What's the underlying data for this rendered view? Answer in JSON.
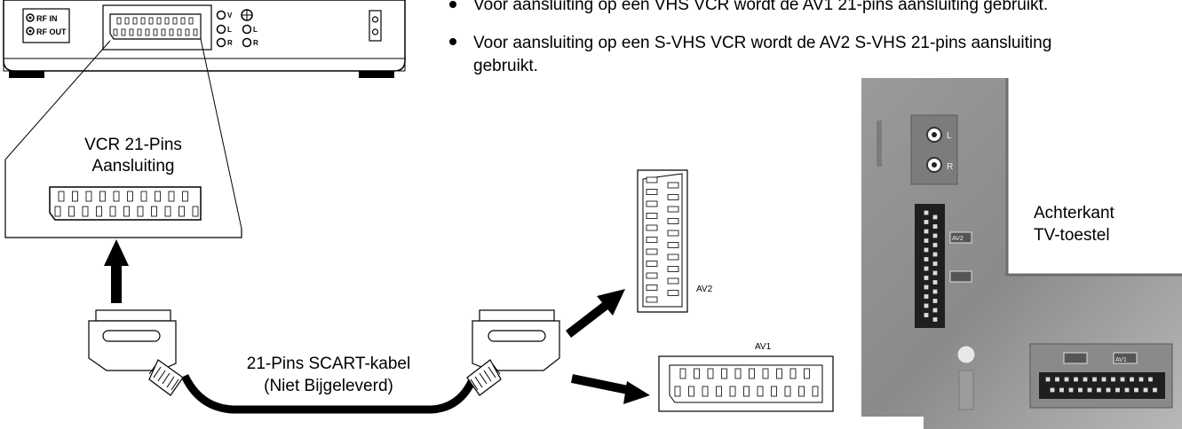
{
  "vcr": {
    "rf_in": "RF IN",
    "rf_out": "RF OUT",
    "jack_v": "V",
    "jack_l": "L",
    "jack_r": "R",
    "jack_l2": "L",
    "jack_r2": "R"
  },
  "bullets": [
    {
      "text": "Voor aansluiting op een VHS VCR wordt de AV1 21-pins aansluiting gebruikt."
    },
    {
      "text": "Voor aansluiting op een S-VHS VCR wordt de AV2 S-VHS 21-pins aansluiting",
      "text2": "gebruikt."
    }
  ],
  "labels": {
    "vcr_scart_line1": "VCR 21-Pins",
    "vcr_scart_line2": "Aansluiting",
    "cable_line1": "21-Pins SCART-kabel",
    "cable_line2": "(Niet Bijgeleverd)",
    "av2": "AV2",
    "av1": "AV1",
    "tv_back_line1": "Achterkant",
    "tv_back_line2": "TV-toestel"
  },
  "tv_panel": {
    "jack_l": "L",
    "jack_r": "R",
    "av2_tag": "AV2",
    "av1_tag": "AV1"
  }
}
